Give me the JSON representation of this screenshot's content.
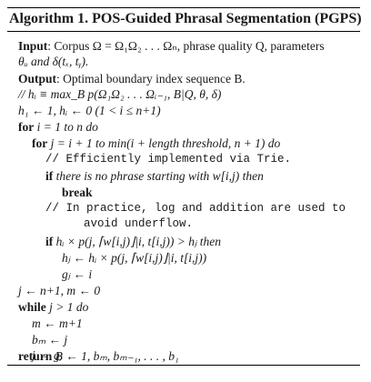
{
  "algorithm": {
    "title": "Algorithm 1. POS-Guided Phrasal Segmentation (PGPS)",
    "lines": [
      {
        "kw": "Input",
        "text": ": Corpus Ω = Ω₁Ω₂ . . . Ωₙ, phrase quality Q, parameters"
      },
      {
        "kw": "",
        "text": "θᵤ and δ(tₓ, tᵧ)."
      },
      {
        "kw": "Output",
        "text": ": Optimal boundary index sequence B."
      },
      {
        "kw": "",
        "text": "// hᵢ ≡ max_B  p(Ω₁Ω₂ . . . Ωᵢ₋₁, B|Q, θ, δ)"
      },
      {
        "kw": "",
        "text": "h₁ ← 1, hᵢ ← 0 (1 < i ≤ n+1)"
      },
      {
        "kw": "for",
        "text": " i = 1 to n do"
      },
      {
        "kw": "for",
        "text": " j = i + 1 to min(i + length threshold, n + 1) do"
      },
      {
        "kw": "",
        "text": "// Efficiently implemented via Trie."
      },
      {
        "kw": "if",
        "text": " there is no phrase starting with w[i,j) then"
      },
      {
        "kw": "break",
        "text": ""
      },
      {
        "kw": "",
        "text": "// In practice, log and addition are used to"
      },
      {
        "kw": "",
        "text": "avoid underflow."
      },
      {
        "kw": "if",
        "text": " hᵢ × p(j, ⌈w[i,j)⌋|i, t[i,j)) > hⱼ then"
      },
      {
        "kw": "",
        "text": "hⱼ ← hᵢ × p(j, ⌈w[i,j)⌋|i, t[i,j))"
      },
      {
        "kw": "",
        "text": "gⱼ ← i"
      },
      {
        "kw": "",
        "text": "j ← n+1, m ← 0"
      },
      {
        "kw": "while",
        "text": " j > 1 do"
      },
      {
        "kw": "",
        "text": "m ← m+1"
      },
      {
        "kw": "",
        "text": "bₘ ← j"
      },
      {
        "kw": "",
        "text": "j ← gⱼ"
      },
      {
        "kw": "return",
        "text": " B ← 1, bₘ, bₘ₋₁, . . . , b₁"
      }
    ]
  }
}
